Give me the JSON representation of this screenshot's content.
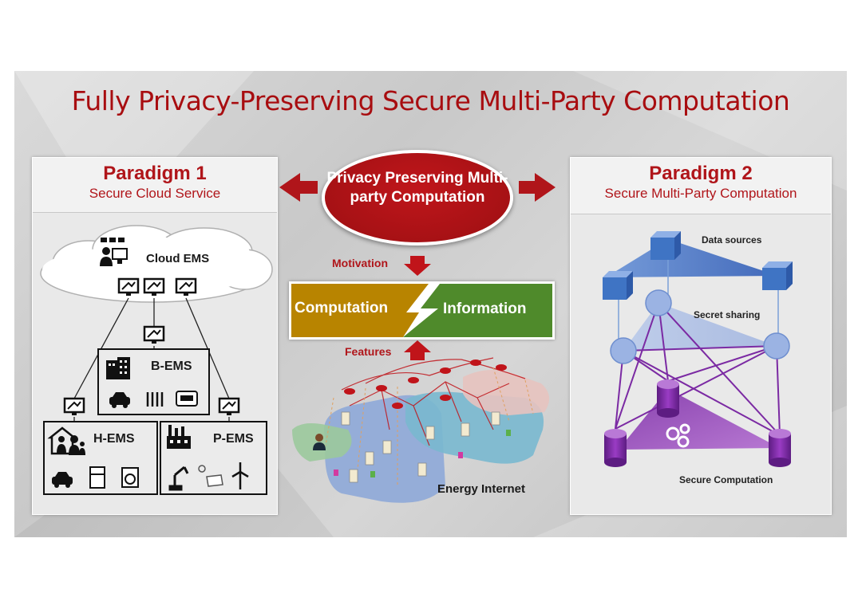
{
  "title": "Fully Privacy-Preserving Secure Multi-Party Computation",
  "center": {
    "ellipse_text": "Privacy Preserving Multi-party Computation",
    "motivation": "Motivation",
    "features": "Features",
    "computation": "Computation",
    "information": "Information",
    "energy_internet": "Energy Internet"
  },
  "paradigm1": {
    "title": "Paradigm 1",
    "subtitle": "Secure Cloud Service",
    "cloud_ems": "Cloud EMS",
    "b_ems": "B-EMS",
    "h_ems": "H-EMS",
    "p_ems": "P-EMS"
  },
  "paradigm2": {
    "title": "Paradigm 2",
    "subtitle": "Secure Multi-Party Computation",
    "data_sources": "Data sources",
    "secret_sharing": "Secret sharing",
    "secure_computation": "Secure Computation"
  },
  "colors": {
    "accent_red": "#b0151a",
    "computation_bg": "#b88400",
    "information_bg": "#4f8a2b",
    "cube_blue": "#3f74c4",
    "cylinder_purple": "#7a2a9c"
  },
  "icons": [
    "monitor-icon",
    "user-computer-icon",
    "building-icon",
    "car-icon",
    "radiator-icon",
    "thermostat-icon",
    "family-house-icon",
    "fridge-icon",
    "washer-icon",
    "factory-icon",
    "robot-arm-icon",
    "solar-panel-icon",
    "wind-turbine-icon",
    "lightning-icon",
    "gear-icon",
    "cube-icon",
    "cylinder-icon"
  ]
}
